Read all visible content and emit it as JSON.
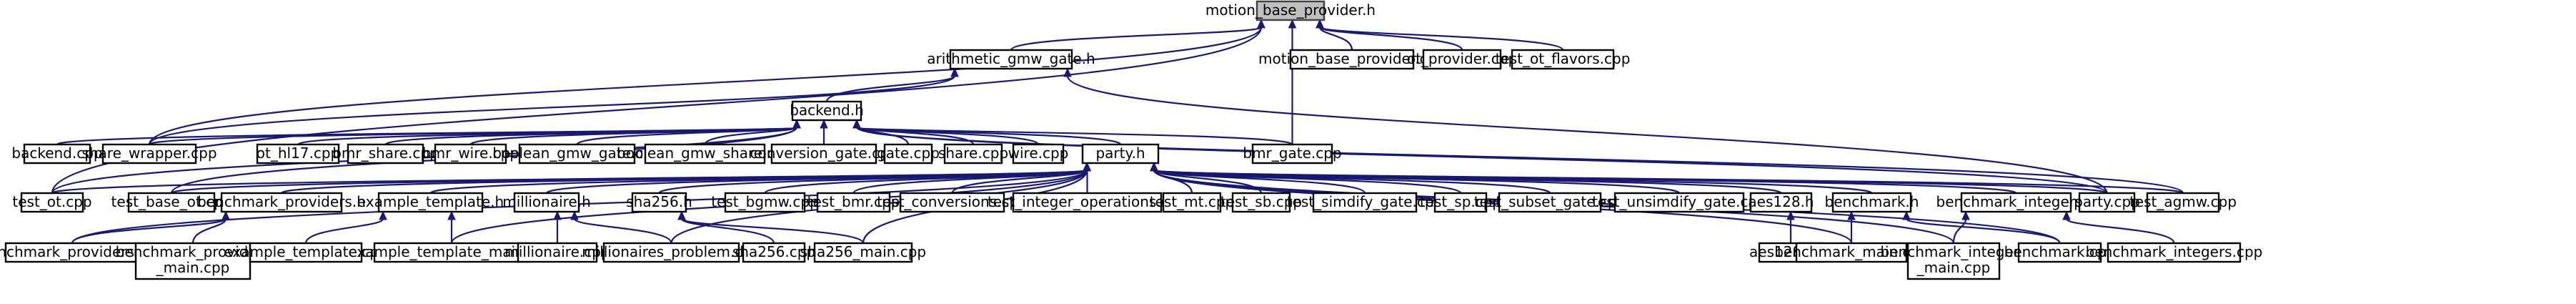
{
  "colors": {
    "edge": "#191970",
    "root_fill": "#bfbfbf",
    "node_border": "#000000"
  },
  "nodes": {
    "mbp": {
      "lines": [
        "motion_base_provider.h"
      ],
      "root": true
    },
    "agg": {
      "lines": [
        "arithmetic_gmw_gate.h"
      ]
    },
    "mbpc": {
      "lines": [
        "motion_base_provider.cpp"
      ]
    },
    "otp": {
      "lines": [
        "ot_provider.cpp"
      ]
    },
    "tof": {
      "lines": [
        "test_ot_flavors.cpp"
      ]
    },
    "backend": {
      "lines": [
        "backend.h"
      ]
    },
    "backendcpp": {
      "lines": [
        "backend.cpp"
      ]
    },
    "sw": {
      "lines": [
        "share_wrapper.cpp"
      ]
    },
    "oth": {
      "lines": [
        "ot_hl17.cpp"
      ]
    },
    "bmrs": {
      "lines": [
        "bmr_share.cpp"
      ]
    },
    "bmrw": {
      "lines": [
        "bmr_wire.cpp"
      ]
    },
    "bgg": {
      "lines": [
        "boolean_gmw_gate.cpp"
      ]
    },
    "bgs": {
      "lines": [
        "boolean_gmw_share.cpp"
      ]
    },
    "cg": {
      "lines": [
        "conversion_gate.cpp"
      ]
    },
    "gate": {
      "lines": [
        "gate.cpp"
      ]
    },
    "share": {
      "lines": [
        "share.cpp"
      ]
    },
    "wire": {
      "lines": [
        "wire.cpp"
      ]
    },
    "bmrg": {
      "lines": [
        "bmr_gate.cpp"
      ]
    },
    "party": {
      "lines": [
        "party.h"
      ]
    },
    "testot": {
      "lines": [
        "test_ot.cpp"
      ]
    },
    "tbo": {
      "lines": [
        "test_base_ot.cpp"
      ]
    },
    "bp": {
      "lines": [
        "benchmark_providers.h"
      ]
    },
    "et": {
      "lines": [
        "example_template.h"
      ]
    },
    "mil": {
      "lines": [
        "millionaire.h"
      ]
    },
    "sha": {
      "lines": [
        "sha256.h"
      ]
    },
    "tbgmw": {
      "lines": [
        "test_bgmw.cpp"
      ]
    },
    "tbmr": {
      "lines": [
        "test_bmr.cpp"
      ]
    },
    "tconv": {
      "lines": [
        "test_conversions.cpp"
      ]
    },
    "tio": {
      "lines": [
        "test_integer_operations.cpp"
      ]
    },
    "tmt": {
      "lines": [
        "test_mt.cpp"
      ]
    },
    "tsb": {
      "lines": [
        "test_sb.cpp"
      ]
    },
    "tsg": {
      "lines": [
        "test_simdify_gate.cpp"
      ]
    },
    "tsp": {
      "lines": [
        "test_sp.cpp"
      ]
    },
    "tssg": {
      "lines": [
        "test_subset_gate.cpp"
      ]
    },
    "tug": {
      "lines": [
        "test_unsimdify_gate.cpp"
      ]
    },
    "aes": {
      "lines": [
        "aes128.h"
      ]
    },
    "bench": {
      "lines": [
        "benchmark.h"
      ]
    },
    "bi": {
      "lines": [
        "benchmark_integers.h"
      ]
    },
    "partycpp": {
      "lines": [
        "party.cpp"
      ]
    },
    "tagmw": {
      "lines": [
        "test_agmw.cpp"
      ]
    },
    "bpcpp": {
      "lines": [
        "benchmark_providers.cpp"
      ]
    },
    "bpm": {
      "lines": [
        "benchmark_providers",
        "_main.cpp"
      ]
    },
    "etcpp": {
      "lines": [
        "example_template.cpp"
      ]
    },
    "etm": {
      "lines": [
        "example_template_main.cpp"
      ]
    },
    "milcpp": {
      "lines": [
        "millionaire.cpp"
      ]
    },
    "mp": {
      "lines": [
        "millionaires_problem.cpp"
      ]
    },
    "shacpp": {
      "lines": [
        "sha256.cpp"
      ]
    },
    "sham": {
      "lines": [
        "sha256_main.cpp"
      ]
    },
    "aescpp": {
      "lines": [
        "aes128.cpp"
      ]
    },
    "bmain": {
      "lines": [
        "benchmark_main.cpp"
      ]
    },
    "bim": {
      "lines": [
        "benchmark_integers",
        "_main.cpp"
      ]
    },
    "bcpp": {
      "lines": [
        "benchmark.cpp"
      ]
    },
    "bicpp": {
      "lines": [
        "benchmark_integers.cpp"
      ]
    }
  },
  "edges": [
    [
      "mbp",
      "agg"
    ],
    [
      "mbp",
      "mbpc"
    ],
    [
      "mbp",
      "otp"
    ],
    [
      "mbp",
      "tof"
    ],
    [
      "mbp",
      "testot"
    ],
    [
      "mbp",
      "sw"
    ],
    [
      "mbp",
      "bmrg"
    ],
    [
      "agg",
      "backend"
    ],
    [
      "agg",
      "sw"
    ],
    [
      "agg",
      "partycpp"
    ],
    [
      "backend",
      "backendcpp"
    ],
    [
      "backend",
      "sw"
    ],
    [
      "backend",
      "oth"
    ],
    [
      "backend",
      "bmrs"
    ],
    [
      "backend",
      "bmrw"
    ],
    [
      "backend",
      "bgg"
    ],
    [
      "backend",
      "bgs"
    ],
    [
      "backend",
      "cg"
    ],
    [
      "backend",
      "gate"
    ],
    [
      "backend",
      "share"
    ],
    [
      "backend",
      "wire"
    ],
    [
      "backend",
      "bmrg"
    ],
    [
      "backend",
      "party"
    ],
    [
      "backend",
      "testot"
    ],
    [
      "backend",
      "tbo"
    ],
    [
      "backend",
      "partycpp"
    ],
    [
      "backend",
      "tagmw"
    ],
    [
      "party",
      "testot"
    ],
    [
      "party",
      "tbo"
    ],
    [
      "party",
      "bp"
    ],
    [
      "party",
      "et"
    ],
    [
      "party",
      "mil"
    ],
    [
      "party",
      "sha"
    ],
    [
      "party",
      "tbgmw"
    ],
    [
      "party",
      "tbmr"
    ],
    [
      "party",
      "tconv"
    ],
    [
      "party",
      "tio"
    ],
    [
      "party",
      "tmt"
    ],
    [
      "party",
      "tsb"
    ],
    [
      "party",
      "tsg"
    ],
    [
      "party",
      "tsp"
    ],
    [
      "party",
      "tssg"
    ],
    [
      "party",
      "tug"
    ],
    [
      "party",
      "aes"
    ],
    [
      "party",
      "bench"
    ],
    [
      "party",
      "bi"
    ],
    [
      "party",
      "partycpp"
    ],
    [
      "party",
      "tagmw"
    ],
    [
      "party",
      "bpcpp"
    ],
    [
      "party",
      "etm"
    ],
    [
      "party",
      "mp"
    ],
    [
      "party",
      "sham"
    ],
    [
      "party",
      "bmain"
    ],
    [
      "party",
      "bim"
    ],
    [
      "party",
      "bcpp"
    ],
    [
      "bp",
      "bpcpp"
    ],
    [
      "bp",
      "bpm"
    ],
    [
      "et",
      "etcpp"
    ],
    [
      "et",
      "etm"
    ],
    [
      "mil",
      "milcpp"
    ],
    [
      "mil",
      "mp"
    ],
    [
      "sha",
      "shacpp"
    ],
    [
      "sha",
      "sham"
    ],
    [
      "aes",
      "aescpp"
    ],
    [
      "bench",
      "bmain"
    ],
    [
      "bench",
      "bcpp"
    ],
    [
      "bi",
      "bim"
    ],
    [
      "bi",
      "bicpp"
    ]
  ]
}
